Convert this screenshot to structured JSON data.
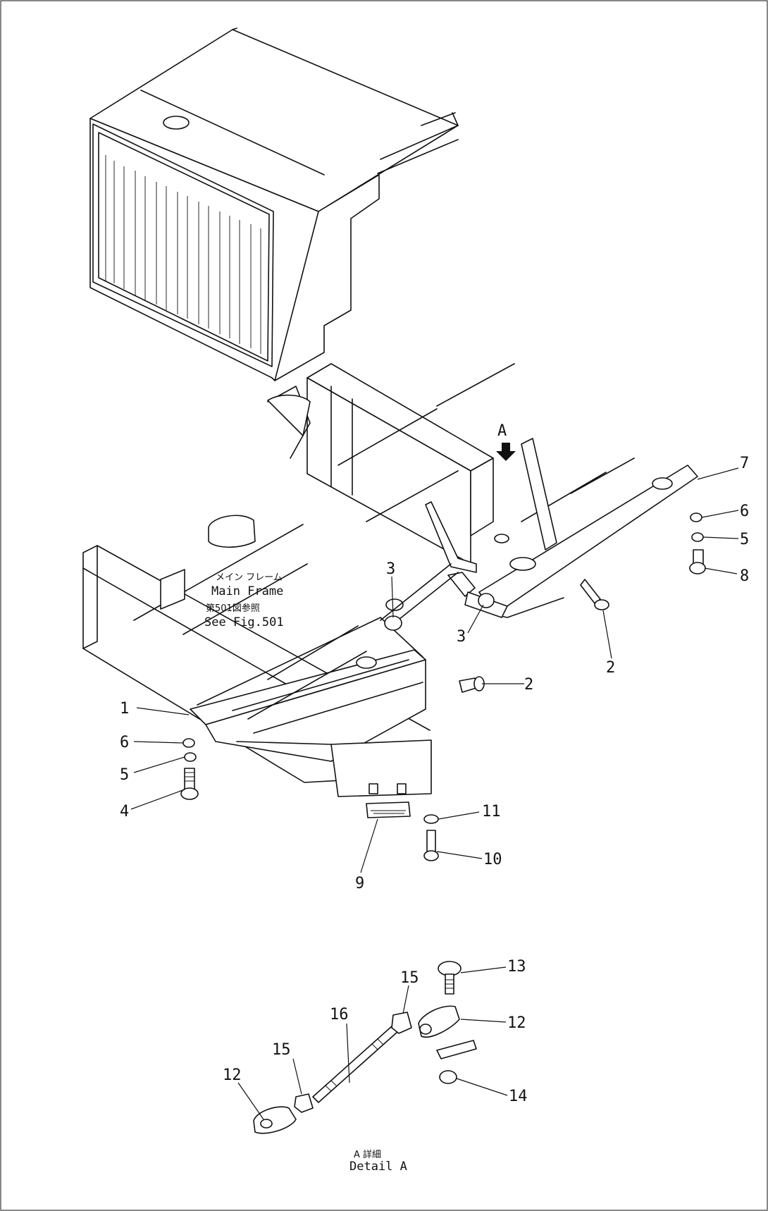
{
  "colors": {
    "ink": "#111111",
    "paper": "#ffffff"
  },
  "annotations": {
    "main_frame_jp": "メイン フレーム",
    "main_frame_en": "Main Frame",
    "see_fig_jp": "第501図参照",
    "see_fig_en": "See Fig.501",
    "detail_a_jp": "A 詳細",
    "detail_a_en": "Detail A",
    "view_arrow": "A"
  },
  "callouts": {
    "c1": "1",
    "c2a": "2",
    "c2b": "2",
    "c3a": "3",
    "c3b": "3",
    "c4": "4",
    "c5a": "5",
    "c5b": "5",
    "c6a": "6",
    "c6b": "6",
    "c7": "7",
    "c8": "8",
    "c9": "9",
    "c10": "10",
    "c11": "11",
    "c12a": "12",
    "c12b": "12",
    "c13": "13",
    "c14": "14",
    "c15a": "15",
    "c15b": "15",
    "c16": "16"
  }
}
